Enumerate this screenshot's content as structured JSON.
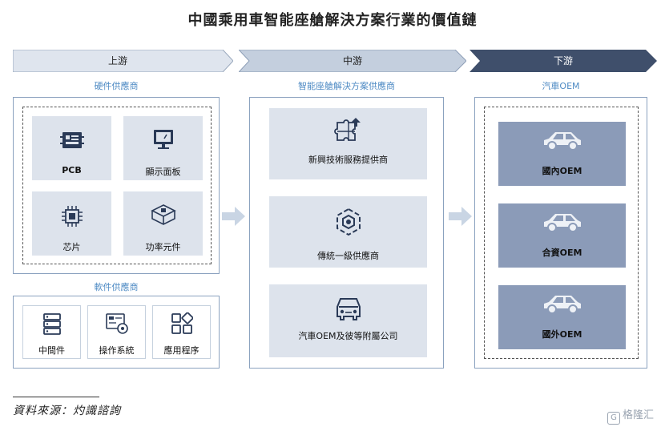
{
  "title": "中國乘用車智能座艙解決方案行業的價值鏈",
  "stages": [
    {
      "label": "上游",
      "fill": "#dfe5ee"
    },
    {
      "label": "中游",
      "fill": "#c4cfde"
    },
    {
      "label": "下游",
      "fill": "#3f4f6b"
    }
  ],
  "upstream": {
    "hardware_label": "硬件供應商",
    "hardware_items": [
      {
        "label": "PCB",
        "icon": "pcb-icon"
      },
      {
        "label": "顯示面板",
        "icon": "monitor-icon"
      },
      {
        "label": "芯片",
        "icon": "chip-icon"
      },
      {
        "label": "功率元件",
        "icon": "power-component-icon"
      }
    ],
    "software_label": "軟件供應商",
    "software_items": [
      {
        "label": "中間件",
        "icon": "server-stack-icon"
      },
      {
        "label": "操作系統",
        "icon": "os-settings-icon"
      },
      {
        "label": "應用程序",
        "icon": "app-grid-icon"
      }
    ]
  },
  "midstream": {
    "label": "智能座艙解決方案供應商",
    "items": [
      {
        "label": "新興技術服務提供商",
        "icon": "puzzle-icon"
      },
      {
        "label": "傳統一級供應商",
        "icon": "hexagon-icon"
      },
      {
        "label": "汽車OEM及彼等附屬公司",
        "icon": "car-front-icon"
      }
    ]
  },
  "downstream": {
    "label": "汽車OEM",
    "items": [
      {
        "label": "國內OEM",
        "icon": "car-side-icon"
      },
      {
        "label": "合資OEM",
        "icon": "car-side-icon"
      },
      {
        "label": "國外OEM",
        "icon": "car-side-icon"
      }
    ]
  },
  "source": "資料來源：灼識諮詢",
  "watermark": "格隆汇",
  "colors": {
    "accent_text": "#4f8bc4",
    "tile": "#dde3ec",
    "oem_tile": "#8b9bb8",
    "dark_navy": "#3f4f6b"
  }
}
